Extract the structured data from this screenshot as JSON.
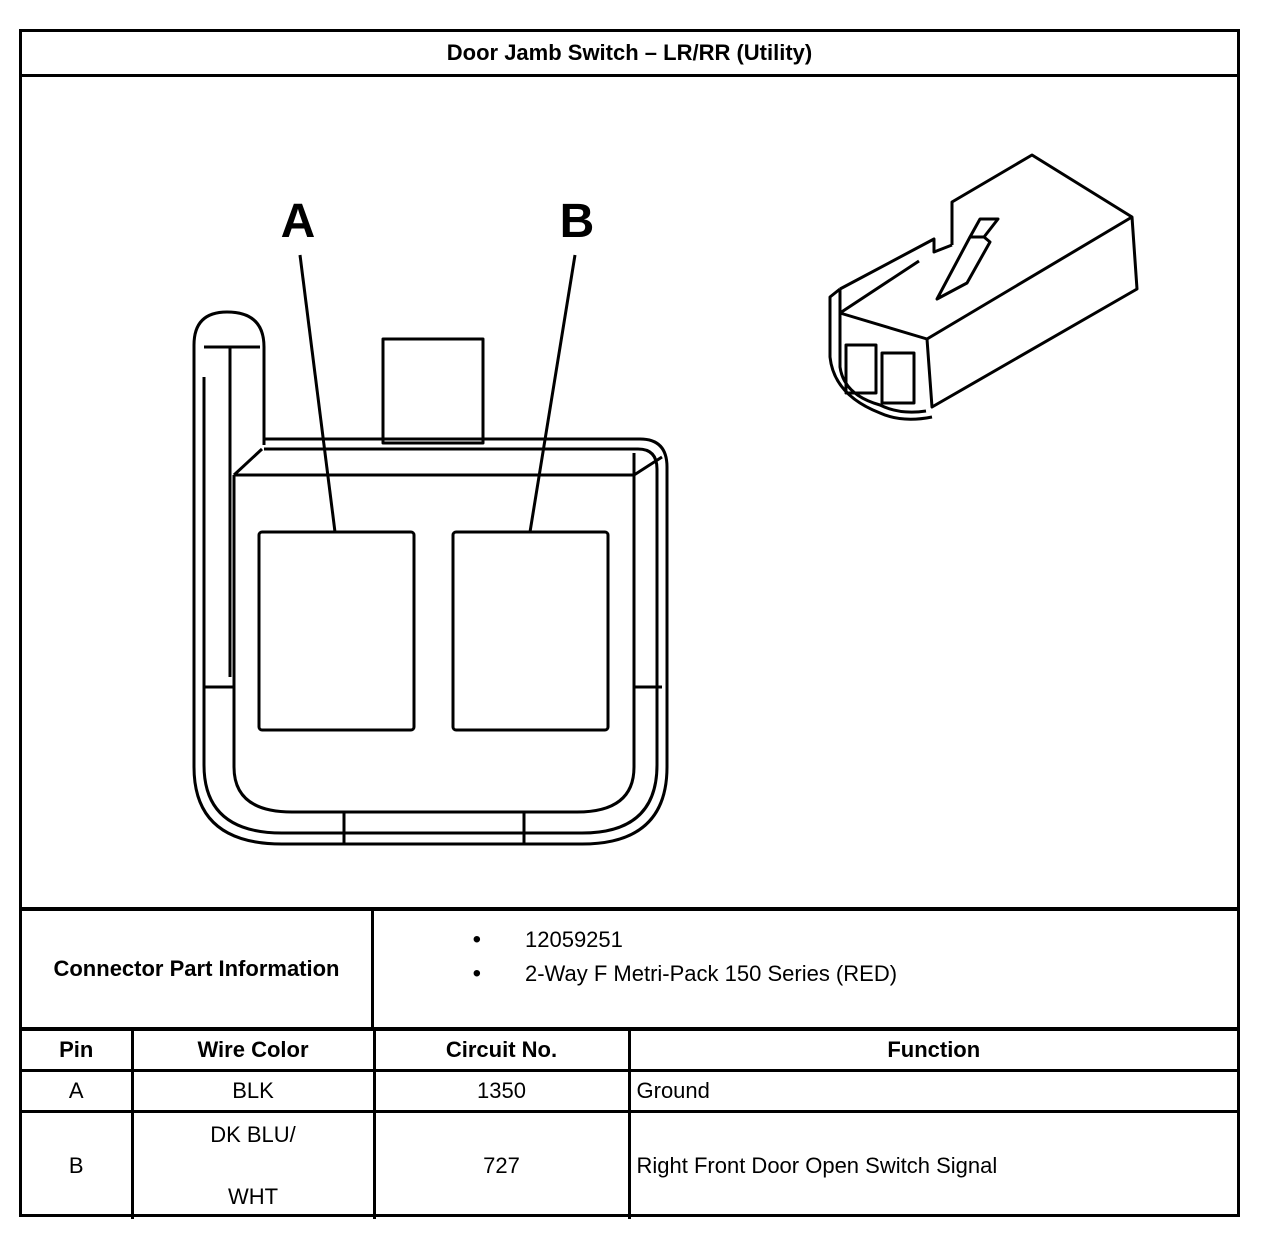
{
  "title": "Door Jamb Switch – LR/RR (Utility)",
  "diagram": {
    "pin_labels": [
      "A",
      "B"
    ]
  },
  "connector_info": {
    "label": "Connector Part Information",
    "items": [
      "12059251",
      "2-Way F Metri-Pack 150 Series (RED)"
    ],
    "bullet": "•"
  },
  "table": {
    "headers": {
      "pin": "Pin",
      "wire_color": "Wire Color",
      "circuit_no": "Circuit No.",
      "function": "Function"
    },
    "rows": [
      {
        "pin": "A",
        "wire_color_line1": "BLK",
        "wire_color_line2": "",
        "circuit_no": "1350",
        "function": "Ground"
      },
      {
        "pin": "B",
        "wire_color_line1": "DK BLU/",
        "wire_color_line2": "WHT",
        "circuit_no": "727",
        "function": "Right Front Door Open Switch Signal"
      }
    ]
  }
}
